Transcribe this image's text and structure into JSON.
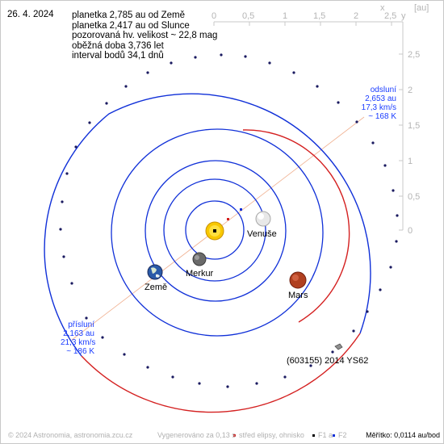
{
  "date": "26. 4. 2024",
  "info": {
    "line1": "planetka 2,785 au od Země",
    "line2": "planetka 2,417 au od Slunce",
    "line3": "pozorovaná hv. velikost ~ 22,8 mag",
    "line4": "oběžná doba 3,736 let",
    "line5": "interval bodů 34,1 dnů"
  },
  "axes": {
    "x_label": "x",
    "y_label": "y",
    "unit": "[au]",
    "x_ticks": [
      "0",
      "0,5",
      "1",
      "1,5",
      "2",
      "2,5"
    ],
    "y_ticks": [
      "2,5",
      "2",
      "1,5",
      "1",
      "0,5",
      "0"
    ]
  },
  "aphelion": {
    "title": "odsluní",
    "distance": "2,653 au",
    "speed": "17,3 km/s",
    "temperature": "~ 168 K"
  },
  "perihelion": {
    "title": "přísluní",
    "distance": "2,163 au",
    "speed": "21,3 km/s",
    "temperature": "~ 186 K"
  },
  "planets": {
    "venus": "Venuše",
    "mercury": "Merkur",
    "earth": "Země",
    "mars": "Mars"
  },
  "asteroid_name": "(603155) 2014 YS62",
  "footer": {
    "copyright": "© 2024 Astronomia, astronomia.zcu.cz",
    "generated": "Vygenerováno za 0,13 s",
    "legend_center": "střed elipsy, ohnisko",
    "legend_f1": "F1 a",
    "legend_f2": "F2",
    "scale": "Měřítko: 0,0114 au/bod"
  },
  "colors": {
    "orbit_planets": "#1030d8",
    "orbit_front": "#d42020",
    "apsides_line": "#f0b090",
    "sun": "#f8c800",
    "axis": "#c8c8c8"
  }
}
